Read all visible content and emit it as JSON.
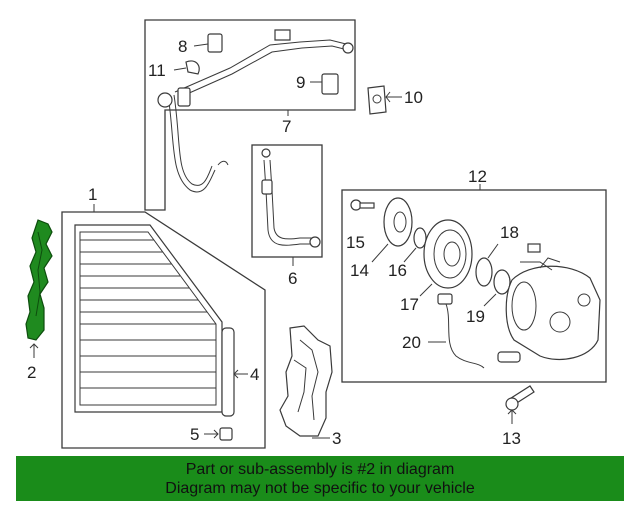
{
  "callouts": {
    "c1": "1",
    "c2": "2",
    "c3": "3",
    "c4": "4",
    "c5": "5",
    "c6": "6",
    "c7": "7",
    "c8": "8",
    "c9": "9",
    "c10": "10",
    "c11": "11",
    "c12": "12",
    "c13": "13",
    "c14": "14",
    "c15": "15",
    "c16": "16",
    "c17": "17",
    "c18": "18",
    "c19": "19",
    "c20": "20"
  },
  "highlight": {
    "part": "2",
    "color": "#1f8a1f"
  },
  "banner": {
    "color": "#1a8c1a",
    "line1": "Part or sub-assembly is #2 in diagram",
    "line2": "Diagram may not be specific to your vehicle"
  }
}
